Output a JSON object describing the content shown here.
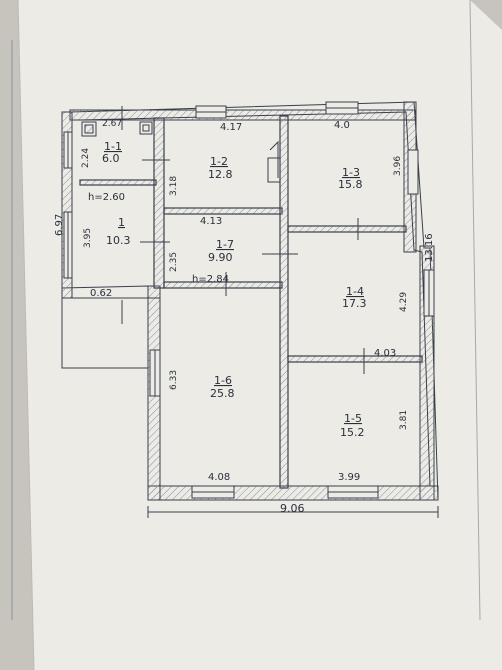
{
  "overall": {
    "width_label": "9.06",
    "height_label": "13.16",
    "left_height_label": "6.97"
  },
  "rooms": [
    {
      "id": "1-1",
      "area": "6.0"
    },
    {
      "id": "1",
      "area": "10.3"
    },
    {
      "id": "1-2",
      "area": "12.8"
    },
    {
      "id": "1-3",
      "area": "15.8"
    },
    {
      "id": "1-7",
      "area": "9.90"
    },
    {
      "id": "1-4",
      "area": "17.3"
    },
    {
      "id": "1-6",
      "area": "25.8"
    },
    {
      "id": "1-5",
      "area": "15.2"
    }
  ],
  "dimensions": {
    "top_left": "2.67",
    "top_mid": "4.17",
    "top_right": "4.0",
    "left_224": "2.24",
    "height_260": "h=2.60",
    "left_395": "3.95",
    "bottom_left_062": "0.62",
    "mid_318": "3.18",
    "mid_413": "4.13",
    "mid_235": "2.35",
    "height_284": "h=2.84",
    "right_396": "3.96",
    "right_429": "4.29",
    "right_403": "4.03",
    "left_633": "6.33",
    "right_381": "3.81",
    "bottom_408": "4.08",
    "bottom_399": "3.99"
  }
}
